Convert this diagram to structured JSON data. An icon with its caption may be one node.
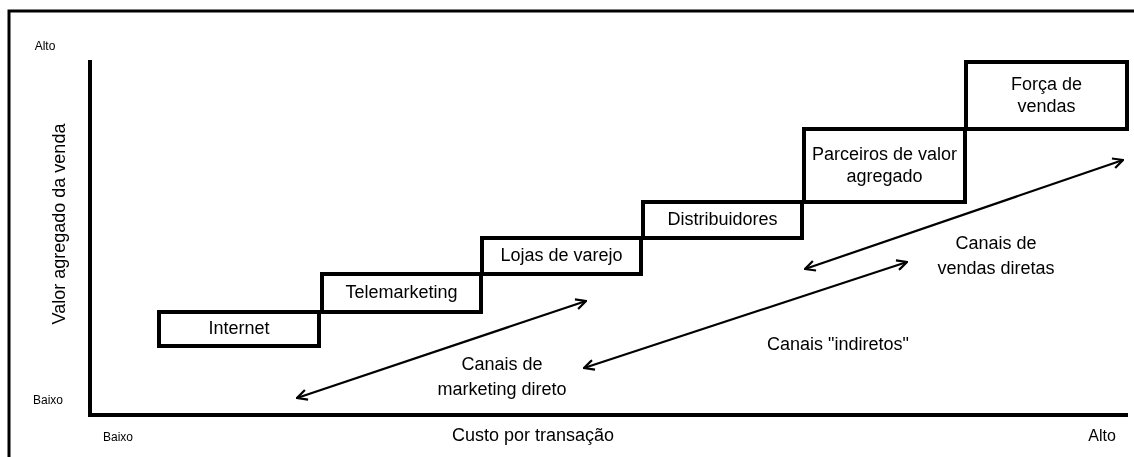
{
  "diagram": {
    "nodes": [
      {
        "text": [
          "Internet"
        ]
      },
      {
        "text": [
          "Telemarketing"
        ]
      },
      {
        "text": [
          "Lojas de varejo"
        ]
      },
      {
        "text": [
          "Distribuidores"
        ]
      },
      {
        "text": [
          "Parceiros de valor agregado"
        ]
      },
      {
        "text": [
          "Força de vendas"
        ]
      }
    ],
    "labels": [
      "Alto",
      "Valor agregado da venda",
      "Canais de vendas diretas",
      "Canais de marketing direto",
      "Canais \"indiretos\"",
      "Baixo",
      "Baixo",
      "Custo por transação",
      "Alto"
    ]
  }
}
